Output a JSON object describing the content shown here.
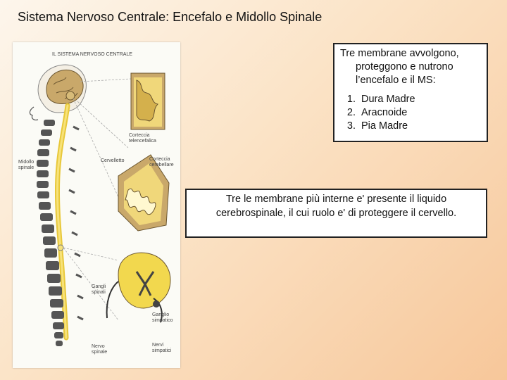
{
  "slide": {
    "title": "Sistema Nervoso Centrale: Encefalo e Midollo Spinale"
  },
  "figure": {
    "heading": "IL SISTEMA NERVOSO CENTRALE",
    "labels": {
      "midollo_spinale_1": "Midollo",
      "midollo_spinale_2": "spinale",
      "corteccia_tel_1": "Corteccia",
      "corteccia_tel_2": "telencefalica",
      "cervelletto": "Cervelletto",
      "corteccia_cer_1": "Corteccia",
      "corteccia_cer_2": "cerebellare",
      "gangli_1": "Gangli",
      "gangli_2": "spinali",
      "ganglio_1": "Ganglio",
      "ganglio_2": "simpatico",
      "nervo_1": "Nervo",
      "nervo_2": "spinale",
      "nervi_1": "Nervi",
      "nervi_2": "simpatici"
    }
  },
  "box1": {
    "intro": "Tre membrane avvolgono, proteggono e nutrono l’encefalo e il MS:",
    "items": [
      "Dura Madre",
      "Aracnoide",
      "Pia Madre"
    ]
  },
  "box2": {
    "text": "Tre le membrane più interne e' presente il liquido cerebrospinale, il cui ruolo e' di proteggere il cervello."
  },
  "colors": {
    "cord": "#f2d84e",
    "brain": "#c9a86a",
    "vertebra": "#555555"
  }
}
